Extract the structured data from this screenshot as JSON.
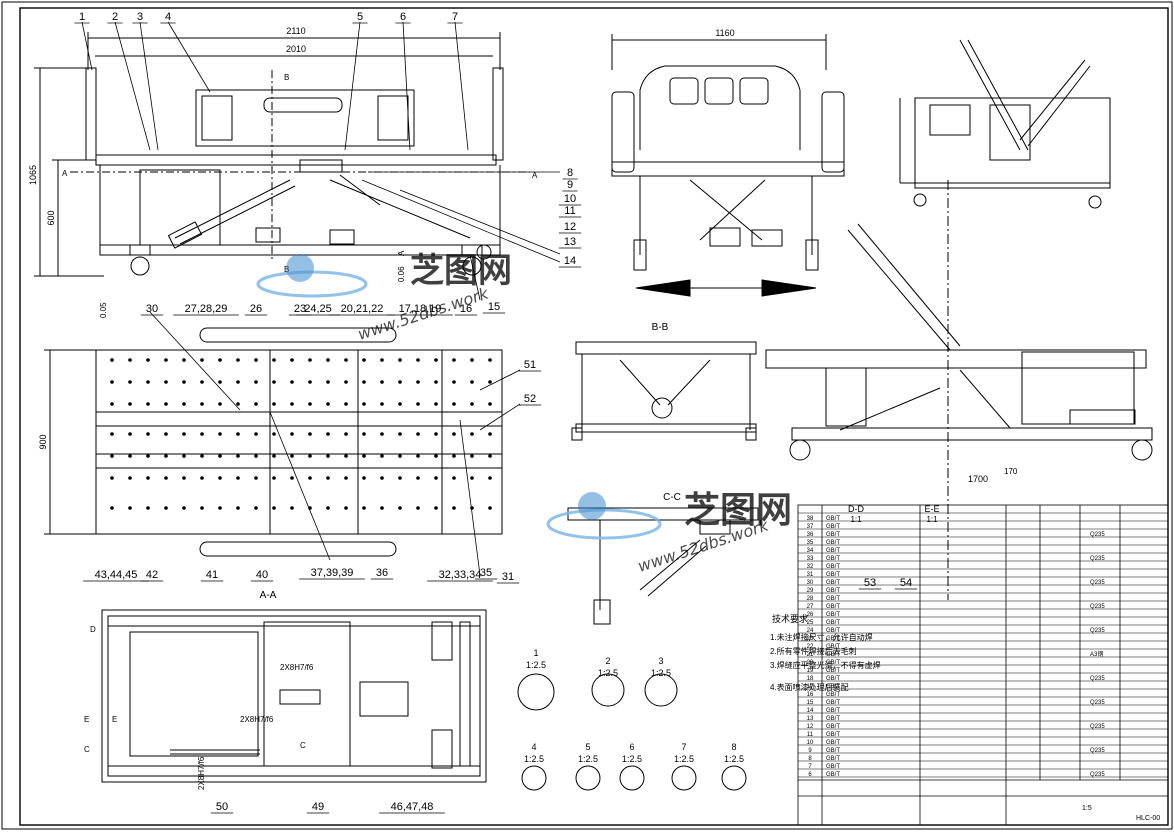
{
  "part_labels": [
    "1",
    "2",
    "3",
    "4",
    "5",
    "6",
    "7",
    "8",
    "9",
    "10",
    "11",
    "12",
    "13",
    "14",
    "15",
    "16",
    "17,18,19",
    "20,21,22",
    "23",
    "24,25",
    "26",
    "27,28,29",
    "30",
    "31",
    "32,33,34",
    "35",
    "36",
    "37,39,39",
    "40",
    "41",
    "42",
    "43,44,45",
    "46,47,48",
    "49",
    "50",
    "51",
    "52",
    "53",
    "54"
  ],
  "dimensions": {
    "overall_length": "2110",
    "inner_length": "2010",
    "height": "1065",
    "base_height": "600",
    "width": "900",
    "end_width": "1160",
    "clearance": "1700",
    "side_tol": "170"
  },
  "section_titles": {
    "bb": "B-B",
    "aa": "A-A",
    "cc": "C-C",
    "dd": "D-D",
    "ee": "E-E",
    "dd_scale": "1:1",
    "ee_scale": "1:1"
  },
  "section_markers": [
    "A",
    "A",
    "B",
    "B",
    "C",
    "C",
    "D",
    "E",
    "E"
  ],
  "detail_views": [
    {
      "num": "1",
      "scale": "1:2.5"
    },
    {
      "num": "2",
      "scale": "1:2.5"
    },
    {
      "num": "3",
      "scale": "1:2.5"
    },
    {
      "num": "4",
      "scale": "1:2.5"
    },
    {
      "num": "5",
      "scale": "1:2.5"
    },
    {
      "num": "6",
      "scale": "1:2.5"
    },
    {
      "num": "7",
      "scale": "1:2.5"
    },
    {
      "num": "8",
      "scale": "1:2.5"
    }
  ],
  "tech_notes": {
    "title": "技术要求",
    "items": [
      "1.未注焊接尺寸，允许自动焊",
      "2.所有零件焊接后去毛刺",
      "3.焊缝应平整光滑，不得有虚焊",
      "4.表面喷漆处理后装配"
    ]
  },
  "fit_notes": [
    "2X8H7/f6",
    "2X8H7/f6",
    "2X8H7/f6"
  ],
  "tolerance_marks": [
    "0.05",
    "0.06",
    "A"
  ],
  "watermark": {
    "name": "芝图网",
    "url": "www.52dbs.work"
  },
  "title_block": {
    "drawing_code": "HLC-00",
    "scale_label": "1:5",
    "material_codes": [
      "Q235",
      "Q235",
      "Q235",
      "Q235",
      "Q235",
      "A3钢"
    ],
    "standard_prefix": "GB/T"
  },
  "colors": {
    "line": "#000000",
    "watermark_text": "#c9d6e6",
    "logo_blue": "#2f82c8",
    "logo_light": "#7fb7e6"
  }
}
